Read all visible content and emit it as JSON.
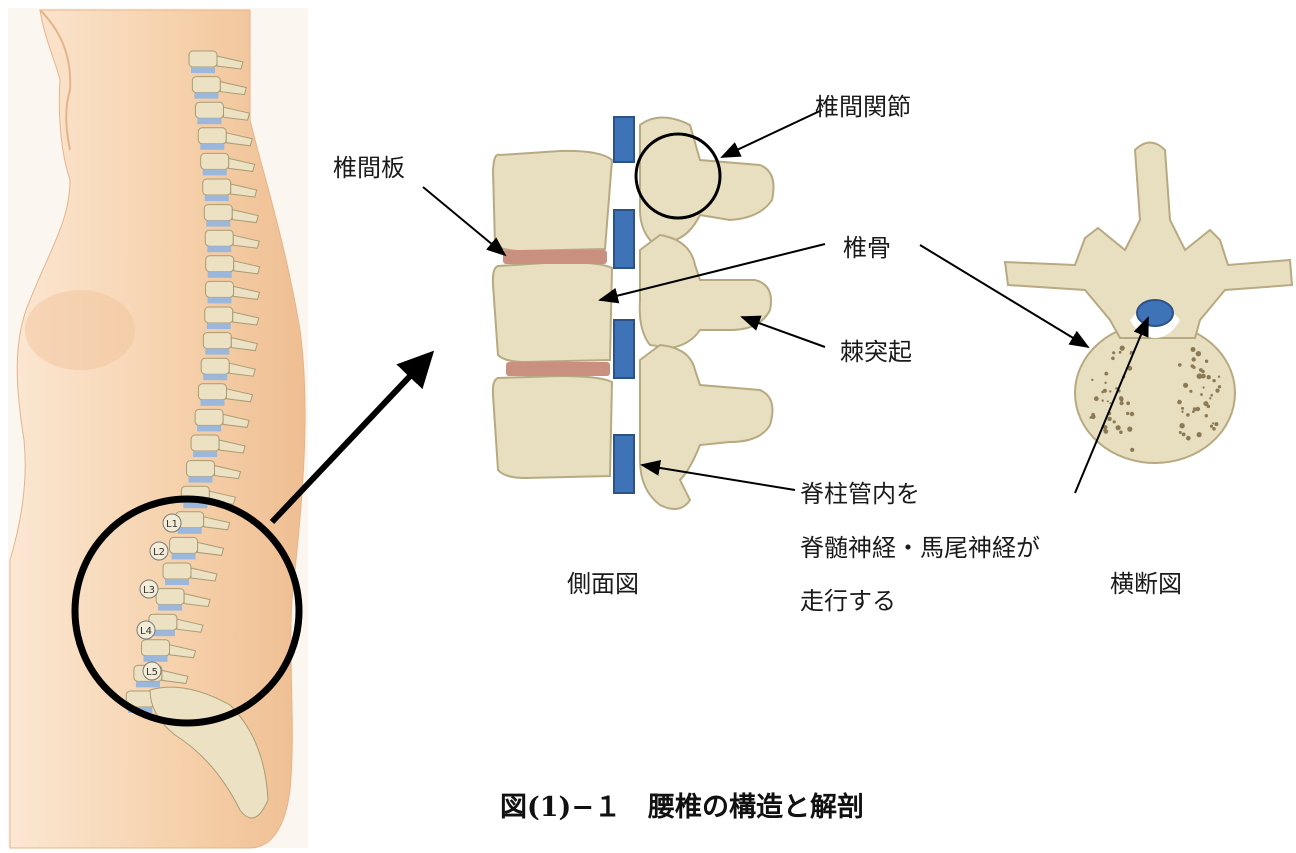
{
  "labels": {
    "intervertebral_joint": "椎間関節",
    "intervertebral_disc": "椎間板",
    "vertebra": "椎骨",
    "spinous_process": "棘突起",
    "canal_line1": "脊柱管内を",
    "canal_line2": "脊髄神経・馬尾神経が",
    "canal_line3": "走行する",
    "side_view": "側面図",
    "cross_section": "横断図"
  },
  "vertebra_labels": [
    "L1",
    "L2",
    "L3",
    "L4",
    "L5"
  ],
  "caption": "図(1)−１　腰椎の構造と解剖",
  "colors": {
    "bone": "#e8dfc0",
    "bone_outline": "#b7aa82",
    "disc_blue": "#9bb8dc",
    "disc_pink": "#c99080",
    "nerve_blue": "#3f73b8",
    "skin": "#f6d3b0",
    "arrow": "#000000"
  }
}
